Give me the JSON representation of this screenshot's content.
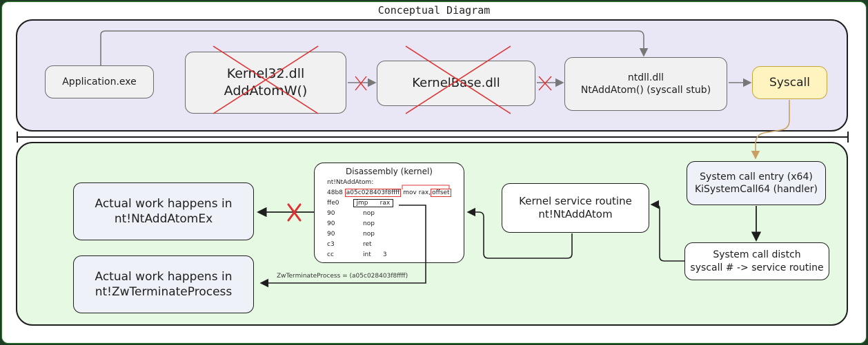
{
  "title": "Conceptual Diagram",
  "top": {
    "application": "Application.exe",
    "kernel32": "Kernel32.dll\nAddAtomW()",
    "kernelbase": "KernelBase.dll",
    "ntdll": "ntdll.dll\nNtAddAtom() (syscall stub)",
    "syscall": "Syscall"
  },
  "bottom": {
    "syscall_entry": "System call entry (x64)\nKiSystemCall64 (handler)",
    "dispatch": "System call distch\nsyscall # -> service routine",
    "service_routine": "Kernel service routine\nnt!NtAddAtom",
    "actual_work_1": "Actual work happens in\nnt!NtAddAtomEx",
    "actual_work_2": "Actual work happens in\nnt!ZwTerminateProcess",
    "callout": "ZwTerminateProcess = (a05c028403f8ffff)"
  },
  "disassembly": {
    "title": "Disassembly (kernel)",
    "label": "nt!NtAddAtom:",
    "l1_addr": "48b8",
    "l1_hex": "a05c028403f8ffff",
    "l1_op": "mov rax,",
    "l1_arg": "offset",
    "l2_addr": "ffe0",
    "l2_op": "jmp      rax",
    "rows": [
      {
        "addr": "90",
        "op": "nop"
      },
      {
        "addr": "90",
        "op": "nop"
      },
      {
        "addr": "90",
        "op": "nop"
      },
      {
        "addr": "c3",
        "op": "ret"
      },
      {
        "addr": "cc",
        "op": "int      3"
      }
    ]
  },
  "colors": {
    "top_panel": "#e9e6f5",
    "bottom_panel": "#e6fae3",
    "syscall_fill": "#fff4c0",
    "syscall_arrow": "#c9a063",
    "cross": "#e03131"
  }
}
